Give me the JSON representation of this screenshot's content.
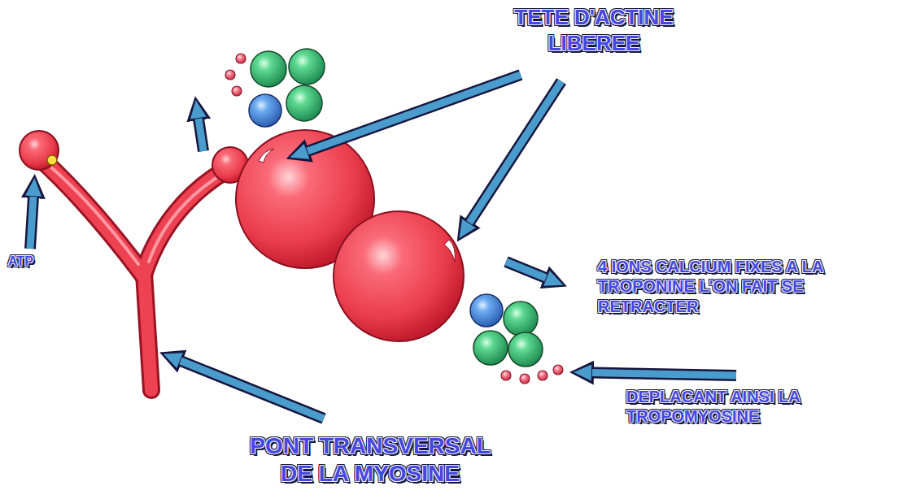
{
  "diagram": {
    "labels": [
      "TETE D'ACTINE LIBEREE",
      "ATP",
      "4 IONS CALCIUM FIXES A LA TROPONINE L'ON FAIT SE RETRACTER",
      "DEPLACANT AINSI LA TROPOMYOSINE",
      "PONT TRANSVERSAL DE LA MYOSINE"
    ]
  }
}
